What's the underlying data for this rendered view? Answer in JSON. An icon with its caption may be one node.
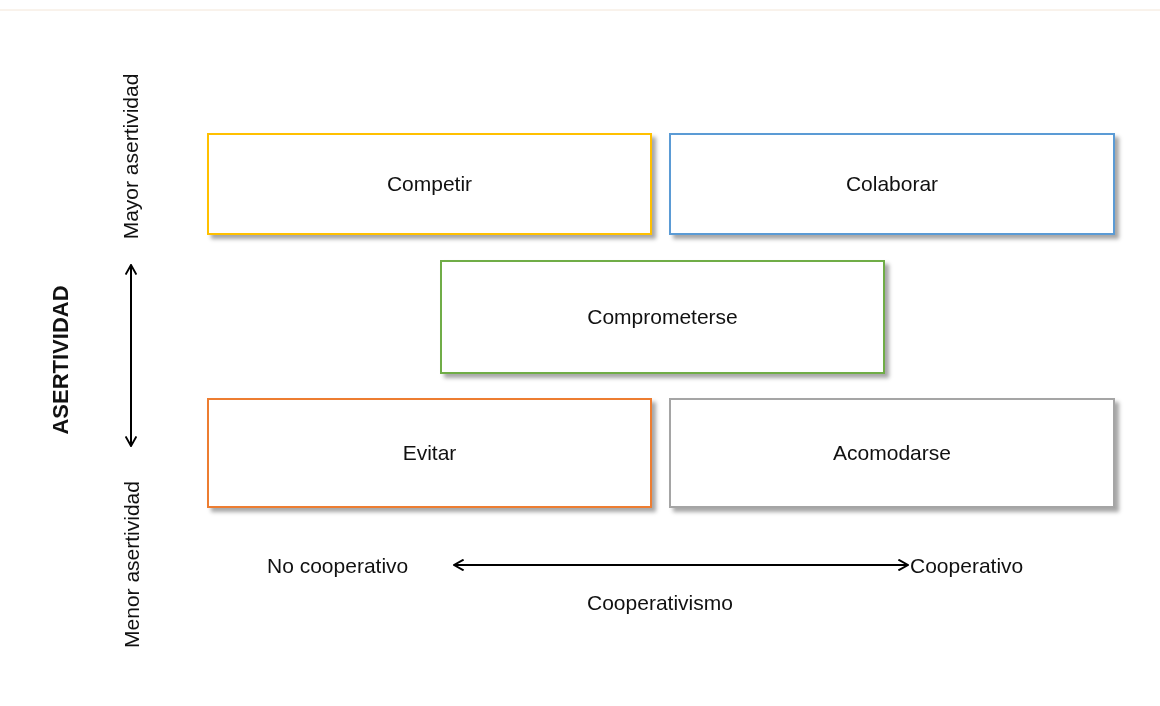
{
  "diagram": {
    "nodes": [
      {
        "text": [
          "Competir"
        ]
      },
      {
        "text": [
          "Colaborar"
        ]
      },
      {
        "text": [
          "Comprometerse"
        ]
      },
      {
        "text": [
          "Evitar"
        ]
      },
      {
        "text": [
          "Acomodarse"
        ]
      }
    ],
    "edges": [],
    "labels": [
      "Mayor asertividad",
      "ASERTIVIDAD",
      "Menor asertividad",
      "No cooperativo",
      "Cooperativo",
      "Cooperativismo"
    ]
  }
}
